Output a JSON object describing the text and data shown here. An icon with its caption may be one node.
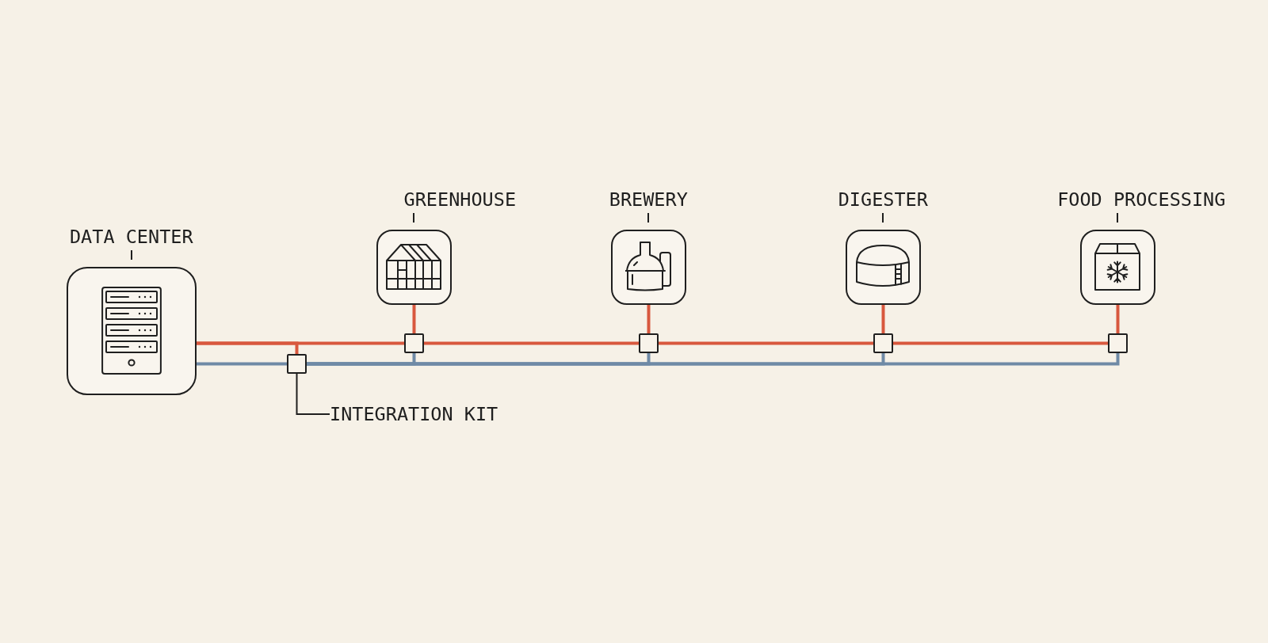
{
  "diagram": {
    "nodes": [
      {
        "text": [
          "DATA CENTER"
        ]
      },
      {
        "text": [],
        "shape": "box"
      },
      {
        "text": [
          "INTEGRATION KIT"
        ]
      },
      {
        "text": [
          "GREENHOUSE"
        ]
      },
      {
        "text": [],
        "shape": "box"
      },
      {
        "text": [
          "BREWERY"
        ]
      },
      {
        "text": [],
        "shape": "box"
      },
      {
        "text": [
          "DIGESTER"
        ]
      },
      {
        "text": [],
        "shape": "box"
      },
      {
        "text": [
          "FOOD PROCESSING"
        ]
      },
      {
        "text": [],
        "shape": "box"
      }
    ],
    "edges": [
      {
        "from": 0,
        "to": 4,
        "arrow": "none"
      },
      {
        "from": 0,
        "to": 1,
        "arrow": "none"
      },
      {
        "from": 0,
        "to": 1,
        "arrow": "none",
        "color": "#6f8aa6"
      },
      {
        "from": 2,
        "to": 1,
        "arrow": "none",
        "color": "#1f1f1f"
      },
      {
        "from": 4,
        "to": 3,
        "arrow": "none"
      },
      {
        "from": 1,
        "to": 4,
        "arrow": "none",
        "color": "#6f8aa6"
      },
      {
        "from": 4,
        "to": 6,
        "arrow": "none"
      },
      {
        "from": 6,
        "to": 5,
        "arrow": "none"
      },
      {
        "from": 1,
        "to": 6,
        "arrow": "none",
        "color": "#6f8aa6"
      },
      {
        "from": 6,
        "to": 8,
        "arrow": "none"
      },
      {
        "from": 8,
        "to": 7,
        "arrow": "none"
      },
      {
        "from": 1,
        "to": 8,
        "arrow": "none",
        "color": "#6f8aa6"
      },
      {
        "from": 8,
        "to": 10,
        "arrow": "none"
      },
      {
        "from": 10,
        "to": 9,
        "arrow": "none"
      },
      {
        "from": 1,
        "to": 10,
        "arrow": "none",
        "color": "#6f8aa6"
      }
    ]
  }
}
